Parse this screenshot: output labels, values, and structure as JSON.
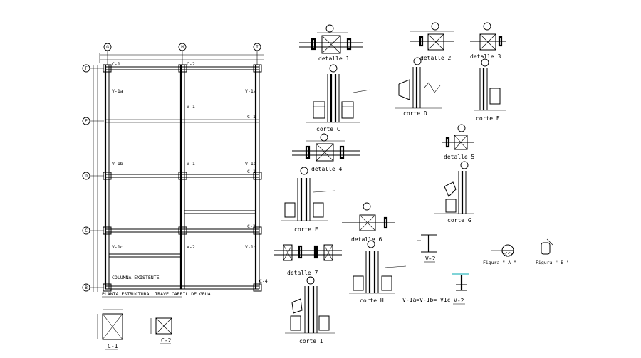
{
  "plan": {
    "title": "PLANTA ESTRUCTURAL TRAVE CARRIL DE GRUA",
    "note": "COLUMNA EXISTENTE",
    "grid_columns": [
      "G",
      "H",
      "I"
    ],
    "grid_rows": [
      "F",
      "E",
      "D",
      "C",
      "B"
    ],
    "beam_tags": [
      "V-1a",
      "V-1",
      "V-1b",
      "V-1c",
      "V-2",
      "C-1",
      "C-2",
      "C-3",
      "C-4"
    ]
  },
  "details": {
    "d1": "detalle 1",
    "d2": "detalle 2",
    "d3": "detalle 3",
    "d4": "detalle 4",
    "d5": "detalle 5",
    "d6": "detalle 6",
    "d7": "detalle 7"
  },
  "cortes": {
    "c": "corte C",
    "d": "corte D",
    "e": "corte E",
    "f": "corte F",
    "g": "corte G",
    "h": "corte H",
    "i": "corte I"
  },
  "small_sections": {
    "c1": "C-1",
    "c2": "C-2",
    "v2a": "V-2",
    "v2b": "V-2"
  },
  "equation": "V-1a=V-1b= V1c",
  "figures": {
    "a": "Figura \" A \"",
    "b": "Figura \" B \""
  }
}
